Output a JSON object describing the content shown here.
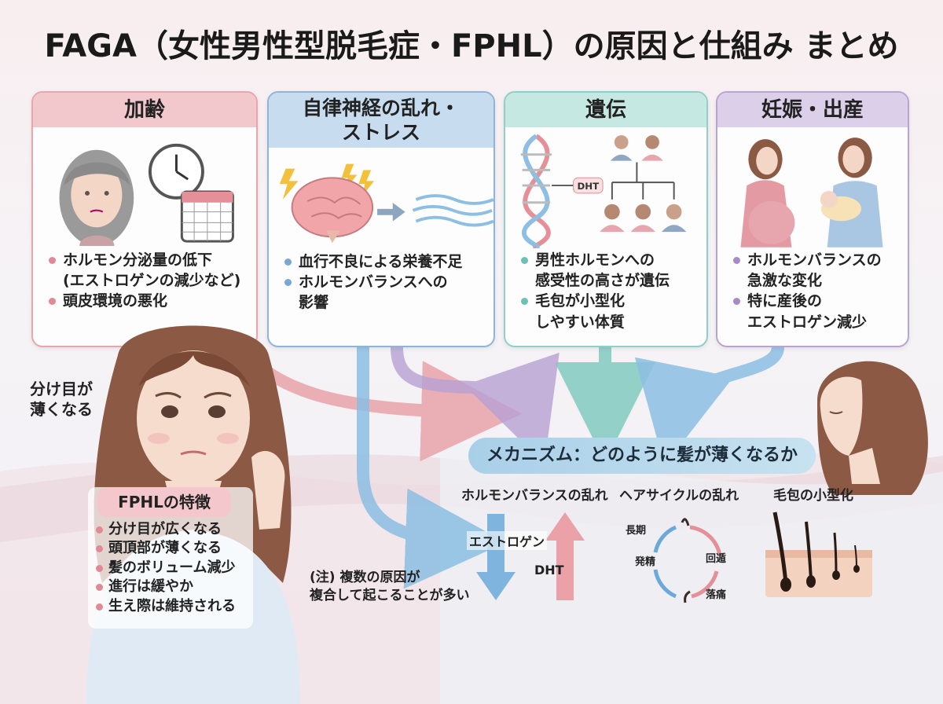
{
  "title": "FAGA（女性男性型脱毛症・FPHL）の原因と仕組み まとめ",
  "colors": {
    "aging": "#e7a5ad",
    "nerve": "#8fb4d6",
    "gene": "#8fcfc6",
    "pregnancy": "#b9a3d2",
    "estrogen_arrow": "#6aa9d8",
    "dht_arrow": "#e9939a"
  },
  "causes": {
    "aging": {
      "title": "加齢",
      "bullets": [
        "ホルモン分泌量の低下",
        "(エストロゲンの減少など)",
        "頭皮環境の悪化"
      ]
    },
    "nerve": {
      "title_line1": "自律神経の乱れ・",
      "title_line2": "ストレス",
      "bullets": [
        "血行不良による栄養不足",
        "ホルモンバランスへの",
        "影響"
      ]
    },
    "gene": {
      "title": "遺伝",
      "dht_label": "DHT",
      "bullets": [
        "男性ホルモンへの",
        "感受性の高さが遺伝",
        "毛包が小型化",
        "しやすい体質"
      ]
    },
    "pregnancy": {
      "title": "妊娠・出産",
      "bullets": [
        "ホルモンバランスの",
        "急激な変化",
        "特に産後の",
        "エストロゲン減少"
      ]
    }
  },
  "side_label_line1": "分け目が",
  "side_label_line2": "薄くなる",
  "mechanism": {
    "banner": "メカニズム：どのように髪が薄くなるか",
    "hormone": {
      "title": "ホルモンバランスの乱れ",
      "estrogen": "エストロゲン",
      "dht": "DHT"
    },
    "cycle": {
      "title": "ヘアサイクルの乱れ",
      "phase_long": "長期",
      "phase_growth": "発精",
      "phase_return": "回遁",
      "phase_fall": "落痛"
    },
    "follicle": {
      "title": "毛包の小型化"
    }
  },
  "note_line1": "(注) 複数の原因が",
  "note_line2": "複合して起こることが多い",
  "features": {
    "title": "FPHLの特徴",
    "items": [
      "分け目が広くなる",
      "頭頂部が薄くなる",
      "髪のボリューム減少",
      "進行は緩やか",
      "生え際は維持される"
    ]
  }
}
